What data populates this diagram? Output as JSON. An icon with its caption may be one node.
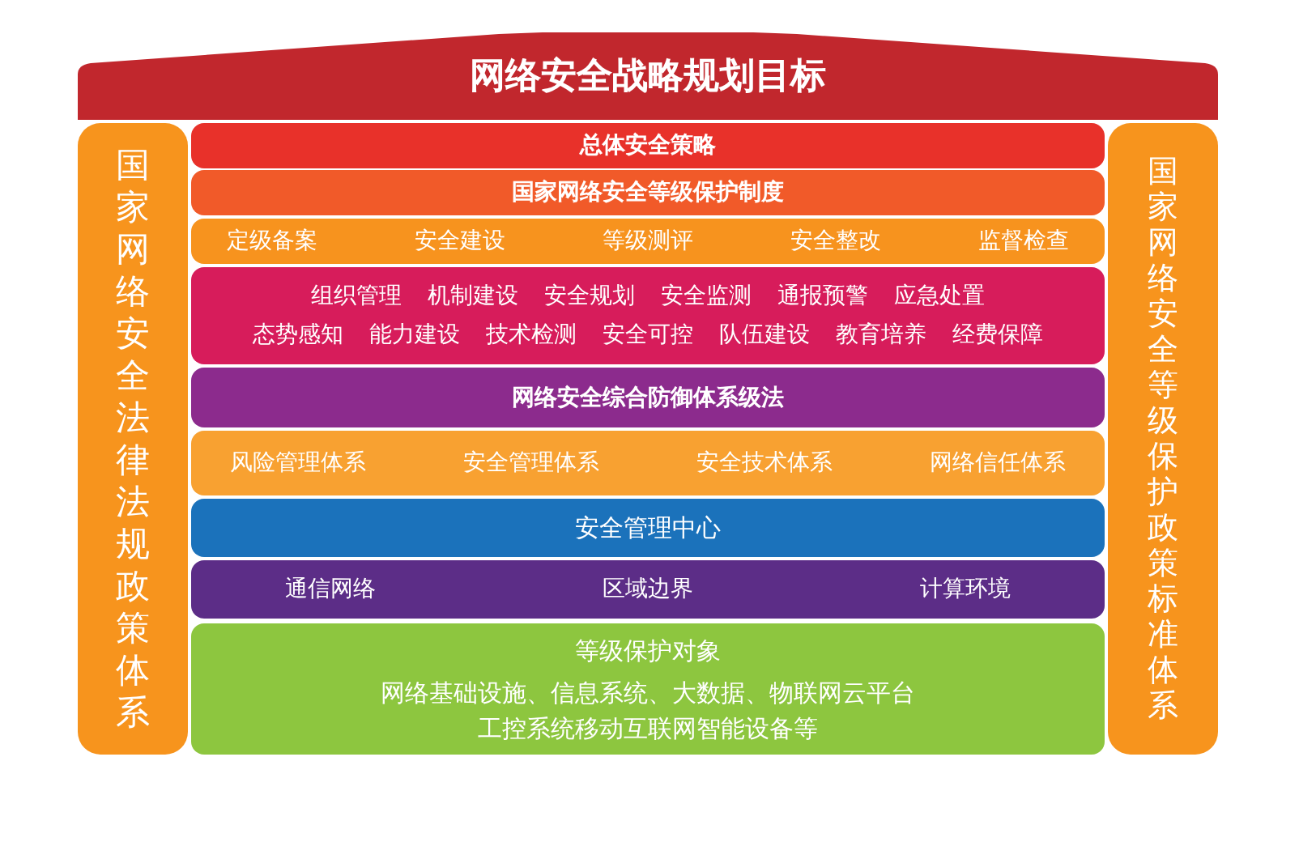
{
  "diagram": {
    "nodes": [
      {
        "text": [
          "网络安全战略规划目标"
        ]
      },
      {
        "text": [
          "国家网络安全法律法规政策体系"
        ]
      },
      {
        "text": [
          "国家网络安全等级保护政策标准体系"
        ]
      },
      {
        "text": [
          "总体安全策略"
        ]
      },
      {
        "text": [
          "国家网络安全等级保护制度"
        ]
      },
      {
        "text": [
          "定级备案",
          "安全建设",
          "等级测评",
          "安全整改",
          "监督检查"
        ]
      },
      {
        "text": [
          "组织管理",
          "机制建设",
          "安全规划",
          "安全监测",
          "通报预警",
          "应急处置",
          "态势感知",
          "能力建设",
          "技术检测",
          "安全可控",
          "队伍建设",
          "教育培养",
          "经费保障"
        ]
      },
      {
        "text": [
          "网络安全综合防御体系级法"
        ]
      },
      {
        "text": [
          "风险管理体系",
          "安全管理体系",
          "安全技术体系",
          "网络信任体系"
        ]
      },
      {
        "text": [
          "安全管理中心"
        ]
      },
      {
        "text": [
          "通信网络",
          "区域边界",
          "计算环境"
        ]
      },
      {
        "text": [
          "等级保护对象",
          "网络基础设施、信息系统、大数据、物联网云平台工控系统移动互联网智能设备等"
        ]
      }
    ]
  }
}
